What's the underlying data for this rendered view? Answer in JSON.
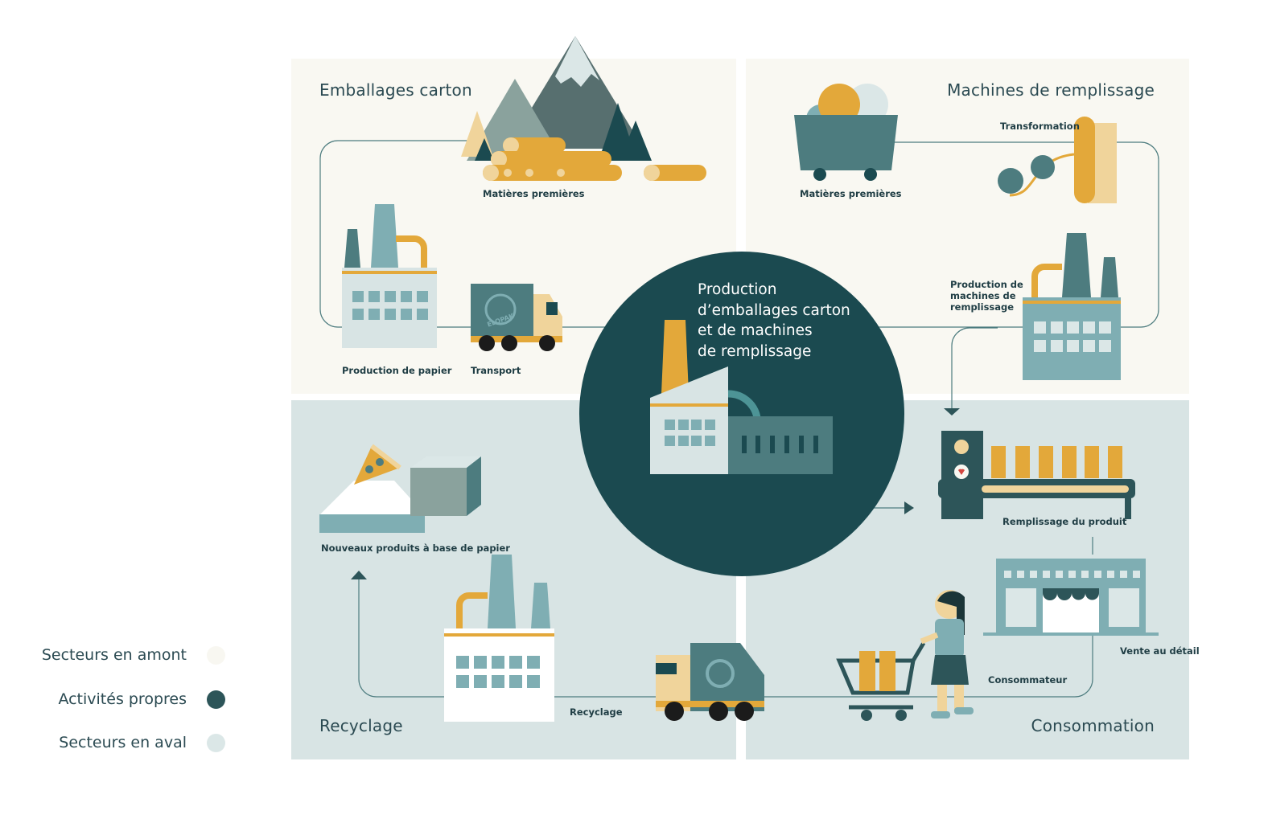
{
  "quadrants": {
    "top_left": {
      "title": "Emballages carton"
    },
    "top_right": {
      "title": "Machines de remplissage"
    },
    "bottom_left": {
      "title": "Recyclage"
    },
    "bottom_right": {
      "title": "Consommation"
    }
  },
  "center": {
    "lines": [
      "Production",
      "d’emballages carton",
      "et de machines",
      "de remplissage"
    ]
  },
  "labels": {
    "raw_materials_left": "Matières premières",
    "paper_production": "Production de papier",
    "transport": "Transport",
    "raw_materials_right": "Matières premières",
    "transformation": "Transformation",
    "machine_production": [
      "Production de",
      "machines de",
      "remplissage"
    ],
    "product_filling": "Remplissage du produit",
    "retail": "Vente au détail",
    "consumer": "Consommateur",
    "recycling": "Recyclage",
    "new_paper_products": "Nouveaux produits à base de papier",
    "truck_brand": "ELOPAK"
  },
  "legend": [
    {
      "label": "Secteurs en amont",
      "color": "#f8f7f1"
    },
    {
      "label": "Activités propres",
      "color": "#2d5559"
    },
    {
      "label": "Secteurs en aval",
      "color": "#dbe7e7"
    }
  ],
  "colors": {
    "upstream_bg": "#f9f8f2",
    "downstream_bg": "#d8e4e4",
    "center_circle": "#1b4a50",
    "accent_yellow": "#e3a83a",
    "teal": "#4d7c7f",
    "light_teal": "#7faeb3"
  }
}
